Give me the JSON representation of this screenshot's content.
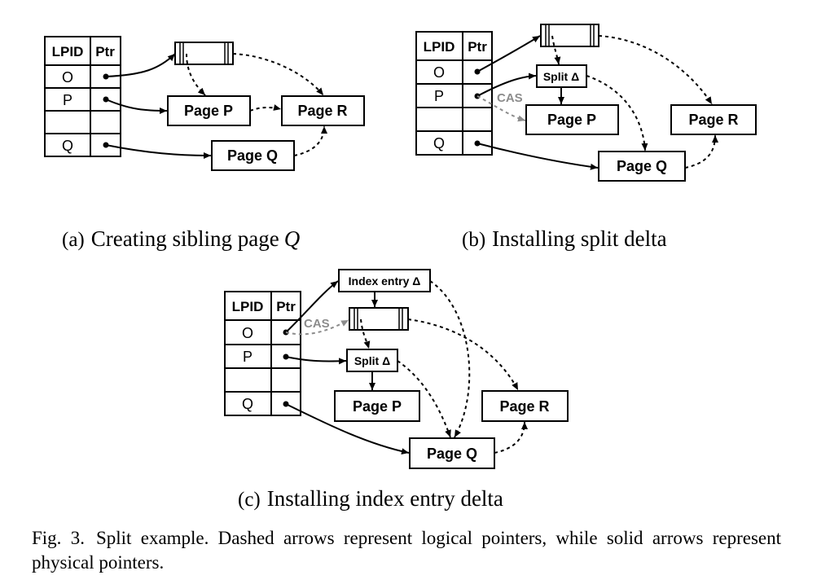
{
  "panels": {
    "a": {
      "header": [
        "LPID",
        "Ptr"
      ],
      "rows": [
        "O",
        "P",
        "",
        "Q"
      ],
      "pages": {
        "p": "Page P",
        "r": "Page R",
        "q": "Page Q"
      },
      "caption_label": "(a)",
      "caption_text": "Creating sibling page",
      "caption_var": "Q"
    },
    "b": {
      "header": [
        "LPID",
        "Ptr"
      ],
      "rows": [
        "O",
        "P",
        "",
        "Q"
      ],
      "split_delta": "Split Δ",
      "cas": "CAS",
      "pages": {
        "p": "Page P",
        "r": "Page R",
        "q": "Page Q"
      },
      "caption_label": "(b)",
      "caption_text": "Installing split delta"
    },
    "c": {
      "header": [
        "LPID",
        "Ptr"
      ],
      "rows": [
        "O",
        "P",
        "",
        "Q"
      ],
      "index_delta": "Index entry Δ",
      "split_delta": "Split Δ",
      "cas": "CAS",
      "pages": {
        "p": "Page P",
        "r": "Page R",
        "q": "Page Q"
      },
      "caption_label": "(c)",
      "caption_text": "Installing index entry delta"
    }
  },
  "figure_caption": {
    "number": "Fig. 3.",
    "text": "Split example. Dashed arrows represent logical pointers, while solid arrows represent physical pointers."
  }
}
